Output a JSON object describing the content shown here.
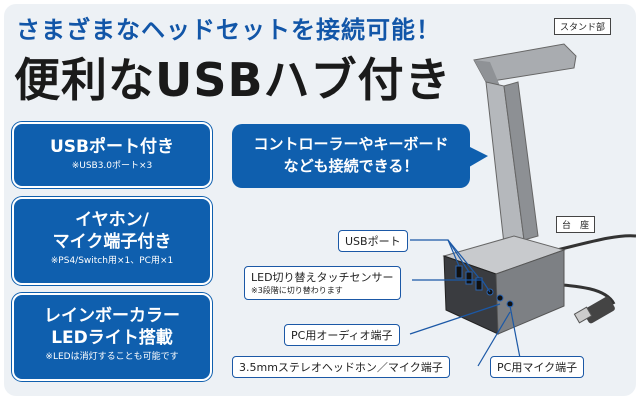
{
  "headline": {
    "line1": "さまざまなヘッドセットを接続可能！",
    "line2": "便利なUSBハブ付き"
  },
  "features": [
    {
      "title_lines": [
        "USBポート付き"
      ],
      "note": "※USB3.0ポート×3"
    },
    {
      "title_lines": [
        "イヤホン/",
        "マイク端子付き"
      ],
      "note": "※PS4/Switch用×1、PC用×1"
    },
    {
      "title_lines": [
        "レインボーカラー",
        "LEDライト搭載"
      ],
      "note": "※LEDは消灯することも可能です"
    }
  ],
  "bubble": {
    "line1": "コントローラーやキーボード",
    "line2": "なども接続できる！"
  },
  "parts": {
    "stand": "スタンド部",
    "base": "台　座"
  },
  "callouts": {
    "usb_port": "USBポート",
    "led_sensor": "LED切り替えタッチセンサー",
    "led_sensor_note": "※3段階に切り替わります",
    "pc_audio": "PC用オーディオ端子",
    "stereo_jack": "3.5mmステレオヘッドホン／マイク端子",
    "pc_mic": "PC用マイク端子"
  },
  "colors": {
    "accent": "#0f5fae",
    "headline_blue": "#1256a8",
    "background": "#edf1f5"
  }
}
